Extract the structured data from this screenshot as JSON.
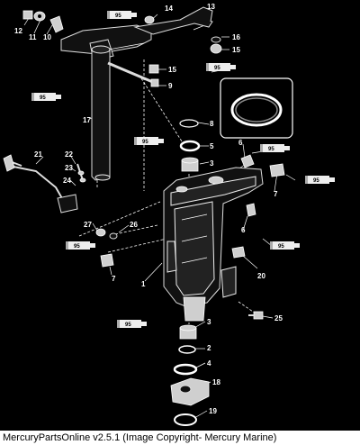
{
  "caption": "MercuryPartsOnline v2.5.1 (Image Copyright- Mercury Marine)",
  "tube_label": "95",
  "callouts": [
    "1",
    "2",
    "3",
    "3",
    "4",
    "5",
    "6",
    "6",
    "7",
    "7",
    "8",
    "9",
    "10",
    "11",
    "12",
    "13",
    "14",
    "15",
    "15",
    "16",
    "17",
    "18",
    "19",
    "20",
    "21",
    "22",
    "23",
    "24",
    "25",
    "26",
    "27"
  ]
}
